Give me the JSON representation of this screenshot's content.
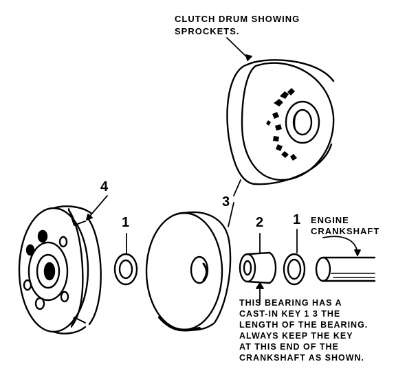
{
  "labels": {
    "drum_caption": [
      "CLUTCH DRUM SHOWING",
      "SPROCKETS."
    ],
    "engine_caption": [
      "ENGINE",
      "CRANKSHAFT"
    ],
    "bearing_note": [
      "THIS BEARING HAS A",
      "CAST-IN KEY 1 3 THE",
      "LENGTH OF THE BEARING.",
      "ALWAYS KEEP THE KEY",
      "AT THIS END OF THE",
      "CRANKSHAFT AS SHOWN."
    ]
  },
  "parts": {
    "clutch_shoe_number": "4",
    "washer_left_number": "1",
    "drum_number": "3",
    "bearing_number": "2",
    "washer_right_number": "1"
  },
  "colors": {
    "ink": "#000000",
    "paper": "#ffffff"
  }
}
